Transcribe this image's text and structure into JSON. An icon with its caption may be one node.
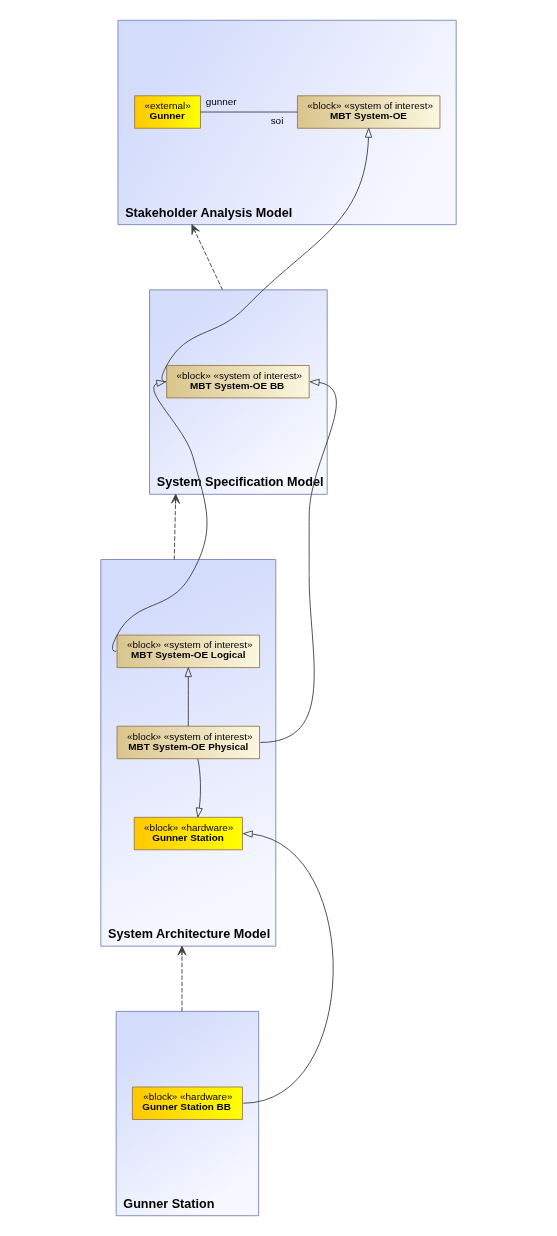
{
  "diagram": {
    "nodes": [
      {
        "text": [
          "Stakeholder Analysis Model"
        ]
      },
      {
        "text": [
          "«block» «system of interest»",
          "MBT System-OE"
        ],
        "in": 0
      },
      {
        "text": [
          "«external»",
          "Gunner"
        ],
        "in": 0
      },
      {
        "text": [
          "System Specification Model"
        ]
      },
      {
        "text": [
          "«block» «system of interest»",
          "MBT System-OE BB"
        ],
        "in": 3
      },
      {
        "text": [
          "System Architecture Model"
        ]
      },
      {
        "text": [
          "«block» «system of interest»",
          "MBT System-OE Logical"
        ],
        "in": 5
      },
      {
        "text": [
          "«block» «system of interest»",
          "MBT System-OE Physical"
        ],
        "in": 5
      },
      {
        "text": [
          "«block» «hardware»",
          "Gunner Station"
        ],
        "in": 5
      },
      {
        "text": [
          "Gunner Station"
        ]
      },
      {
        "text": [
          "«block» «hardware»",
          "Gunner Station BB"
        ],
        "in": 9
      }
    ],
    "edges": [
      {
        "from": 1,
        "to": 2,
        "arrow": "none"
      },
      {
        "from": 3,
        "to": 0,
        "arrow": "to",
        "style": "dashed"
      },
      {
        "from": 4,
        "to": 1,
        "arrow": "to"
      },
      {
        "from": 5,
        "to": 3,
        "arrow": "to",
        "style": "dashed"
      },
      {
        "from": 6,
        "to": 4,
        "arrow": "to"
      },
      {
        "from": 7,
        "to": 6,
        "arrow": "to"
      },
      {
        "from": 7,
        "to": 4,
        "arrow": "to"
      },
      {
        "from": 7,
        "to": 8,
        "arrow": "to"
      },
      {
        "from": 9,
        "to": 5,
        "arrow": "to",
        "style": "dashed"
      },
      {
        "from": 10,
        "to": 8,
        "arrow": "to"
      }
    ],
    "labels": [
      "soi",
      "gunner"
    ]
  }
}
